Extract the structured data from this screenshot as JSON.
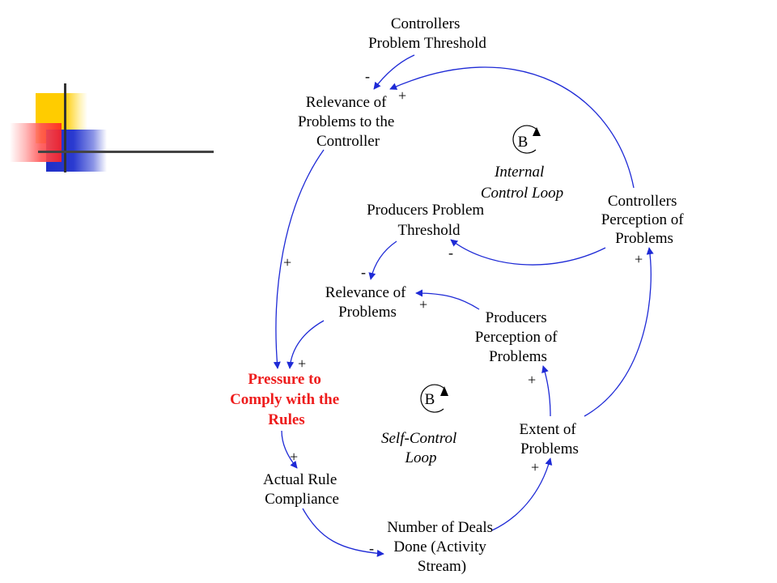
{
  "nodes": {
    "controllers_threshold": [
      "Controllers",
      "Problem Threshold"
    ],
    "relevance_controller": [
      "Relevance of",
      "Problems to the",
      "Controller"
    ],
    "producers_threshold": [
      "Producers Problem",
      "Threshold"
    ],
    "controllers_perception": [
      "Controllers",
      "Perception of",
      "Problems"
    ],
    "relevance": [
      "Relevance of",
      "Problems"
    ],
    "producers_perception": [
      "Producers",
      "Perception of",
      "Problems"
    ],
    "pressure": [
      "Pressure to",
      "Comply with the",
      "Rules"
    ],
    "extent": [
      "Extent of",
      "Problems"
    ],
    "compliance": [
      "Actual Rule",
      "Compliance"
    ],
    "deals": [
      "Number of Deals",
      "Done (Activity",
      "Stream)"
    ]
  },
  "loops": {
    "internal": {
      "badge": "B",
      "name": [
        "Internal",
        "Control Loop"
      ]
    },
    "self": {
      "badge": "B",
      "name": [
        "Self-Control",
        "Loop"
      ]
    }
  },
  "polarities": {
    "p1": "-",
    "p2": "+",
    "p3": "-",
    "p4": "+",
    "p5": "-",
    "p6": "+",
    "p7": "+",
    "p8": "+",
    "p9": "+",
    "p10": "+",
    "p11": "-",
    "p12": "+"
  },
  "colors": {
    "link": "#1e2ad6",
    "highlight": "#ee1c1c"
  }
}
